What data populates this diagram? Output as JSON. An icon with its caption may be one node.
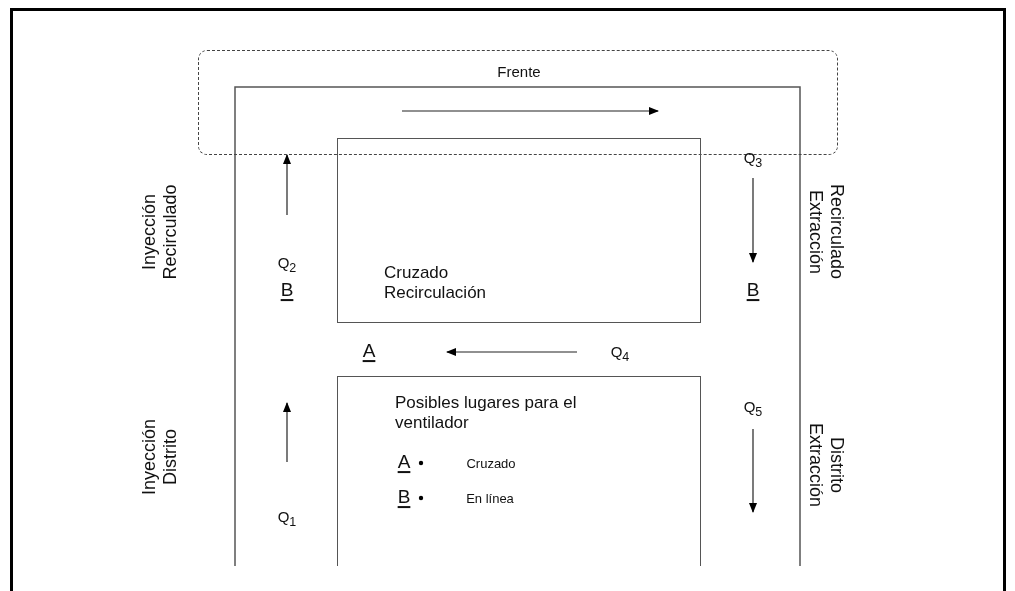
{
  "diagram": {
    "nodes": [
      {
        "text": [
          "Frente"
        ]
      },
      {
        "text": [
          "Cruzado Recirculación"
        ]
      },
      {
        "text": [
          "Posibles lugares para el ventilador"
        ]
      }
    ],
    "labels": [
      "Q$_{3}$",
      "Inyección Recirculado",
      "Extracción Recirculado",
      "Q$_{2}$",
      "B",
      "B",
      "A",
      "Q$_{4}$",
      "Inyección Distrito",
      "Q$_{5}$",
      "A",
      "Cruzado",
      "Extracción Distrito",
      "B",
      "En línea",
      "Q$_{1}$"
    ]
  }
}
